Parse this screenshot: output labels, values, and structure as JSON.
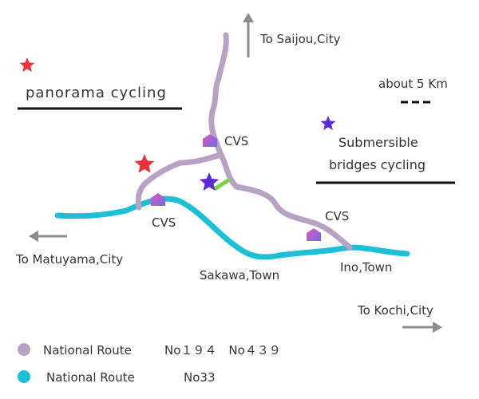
{
  "colors": {
    "route_194_439": "#b8a2c4",
    "route_33": "#1cbfd6",
    "star_red": "#e8333c",
    "star_purple": "#5b2bd6",
    "bridge_green": "#7ad14a",
    "arrow_gray": "#8c8c8c",
    "cvs_icon_top": "#e557b8",
    "cvs_icon_bottom": "#6b6be8"
  },
  "destinations": {
    "north": "To Saijou,City",
    "west": "To Matuyama,City",
    "east": "To Kochi,City"
  },
  "towns": {
    "sakawa": "Sakawa,Town",
    "ino": "Ino,Town"
  },
  "stores": {
    "north_label": "CVS",
    "west_label": "CVS",
    "east_label": "CVS"
  },
  "courses": {
    "panorama": "panorama  cycling",
    "submersible_line1": "Submersible",
    "submersible_line2": "bridges cycling"
  },
  "scale": {
    "label": "about 5 Km"
  },
  "legend": {
    "route_194_439": {
      "name": "National Route",
      "numbers": "No１９４　No４３９"
    },
    "route_33": {
      "name": "National Route",
      "numbers": "No33"
    }
  },
  "icons": {
    "panorama_marker": "star-icon",
    "submersible_marker": "star-icon",
    "cvs_marker": "convenience-store-icon",
    "direction_marker": "arrow-icon"
  }
}
